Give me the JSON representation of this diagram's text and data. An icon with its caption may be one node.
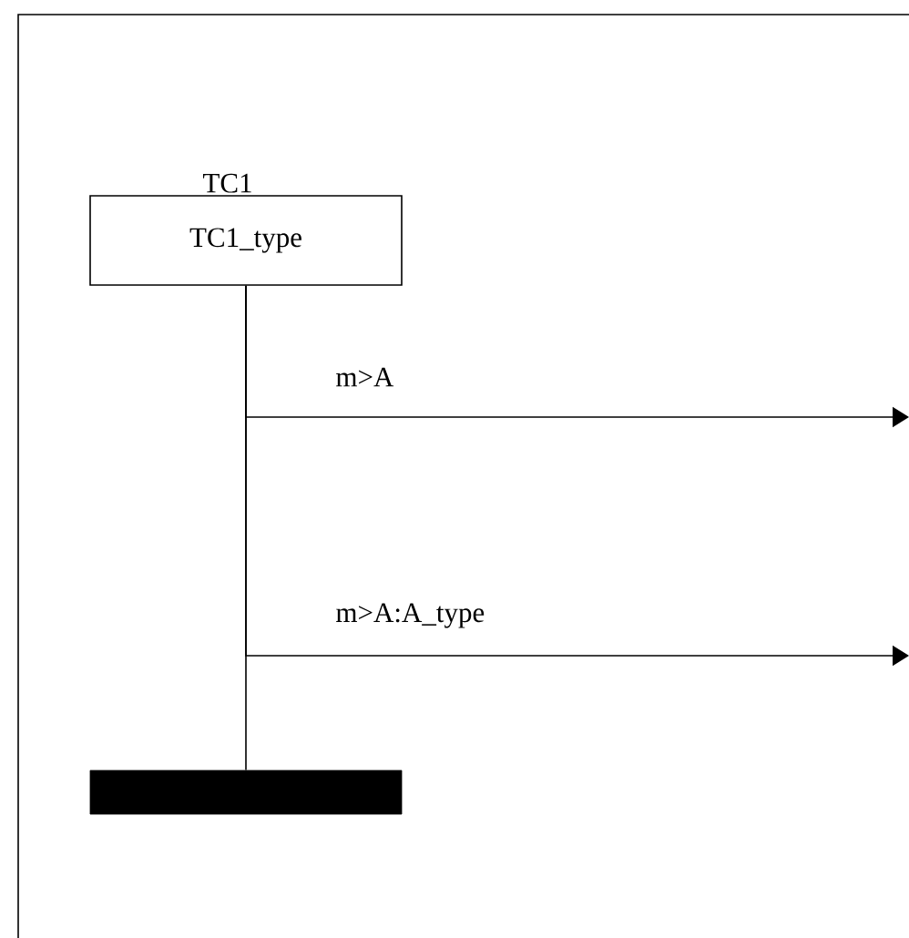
{
  "diagram": {
    "nodes": [
      {
        "text": [
          "TC1",
          "TC1_type"
        ]
      },
      {
        "text": [],
        "shape": "bar"
      }
    ],
    "edges": [
      {
        "from": 0,
        "to": 1,
        "arrow": "none"
      },
      {
        "from": 0,
        "to": null,
        "arrow": "to",
        "label": "m>A"
      },
      {
        "from": 0,
        "to": null,
        "arrow": "to",
        "label": "m>A:A_type"
      }
    ]
  }
}
